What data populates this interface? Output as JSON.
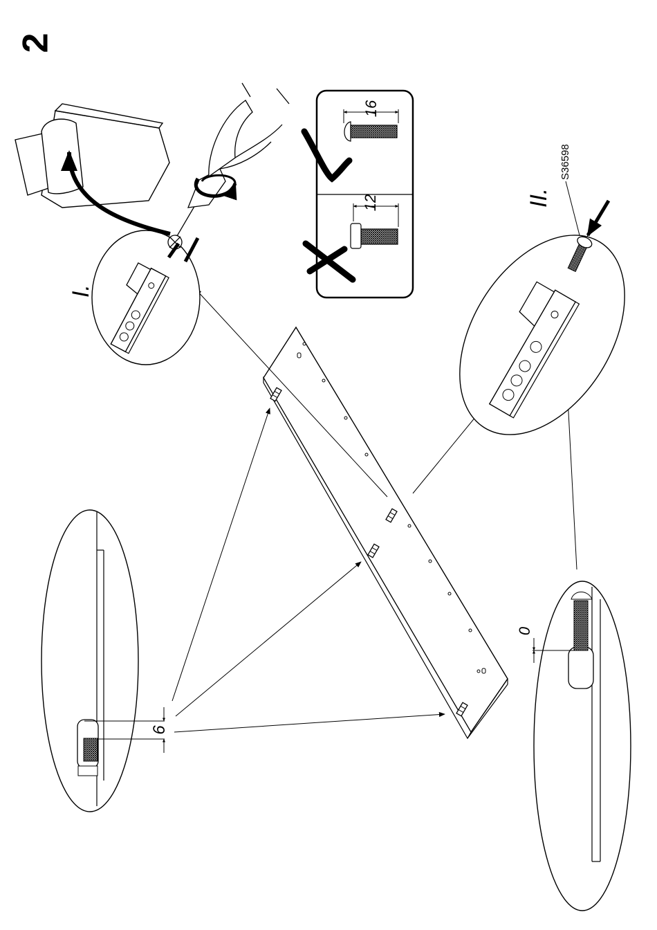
{
  "step": {
    "number": "2"
  },
  "details": {
    "detail_1": {
      "label": "I."
    },
    "detail_2": {
      "label": "II.",
      "part_code": "S36598"
    }
  },
  "screw_check": {
    "correct": {
      "length": "16"
    },
    "wrong": {
      "length": "12"
    }
  },
  "dimensions": {
    "bracket_offset": "6",
    "screw_gap": "0"
  },
  "colors": {
    "line": "#000000",
    "background": "#ffffff"
  }
}
